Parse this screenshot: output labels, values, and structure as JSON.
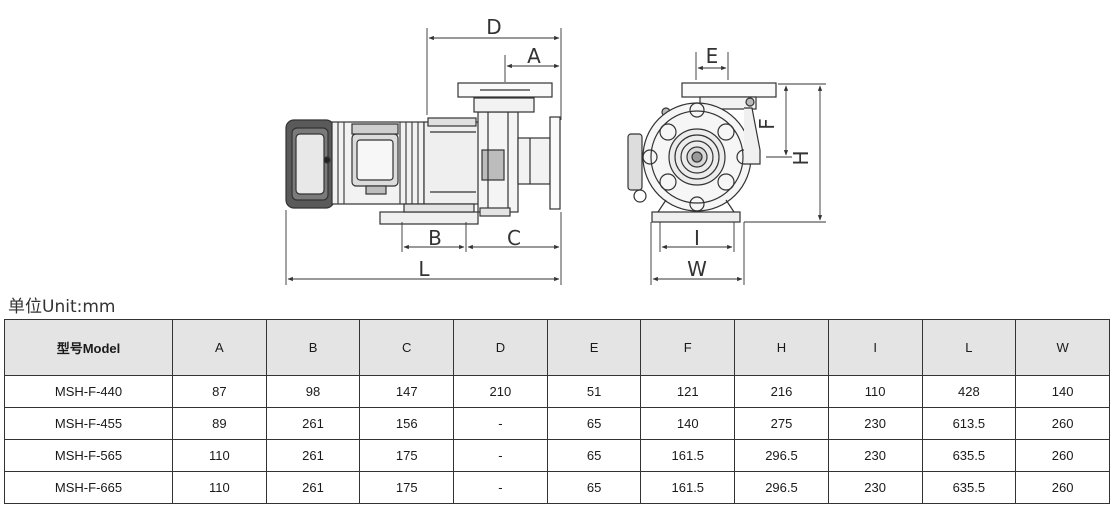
{
  "drawing": {
    "side_view_labels": [
      "D",
      "A",
      "B",
      "C",
      "L"
    ],
    "front_view_labels": [
      "E",
      "F",
      "H",
      "I",
      "W"
    ]
  },
  "unit_label": "单位Unit:mm",
  "table": {
    "headers": [
      "型号Model",
      "A",
      "B",
      "C",
      "D",
      "E",
      "F",
      "H",
      "I",
      "L",
      "W"
    ],
    "rows": [
      [
        "MSH-F-440",
        "87",
        "98",
        "147",
        "210",
        "51",
        "121",
        "216",
        "110",
        "428",
        "140"
      ],
      [
        "MSH-F-455",
        "89",
        "261",
        "156",
        "-",
        "65",
        "140",
        "275",
        "230",
        "613.5",
        "260"
      ],
      [
        "MSH-F-565",
        "110",
        "261",
        "175",
        "-",
        "65",
        "161.5",
        "296.5",
        "230",
        "635.5",
        "260"
      ],
      [
        "MSH-F-665",
        "110",
        "261",
        "175",
        "-",
        "65",
        "161.5",
        "296.5",
        "230",
        "635.5",
        "260"
      ]
    ]
  }
}
